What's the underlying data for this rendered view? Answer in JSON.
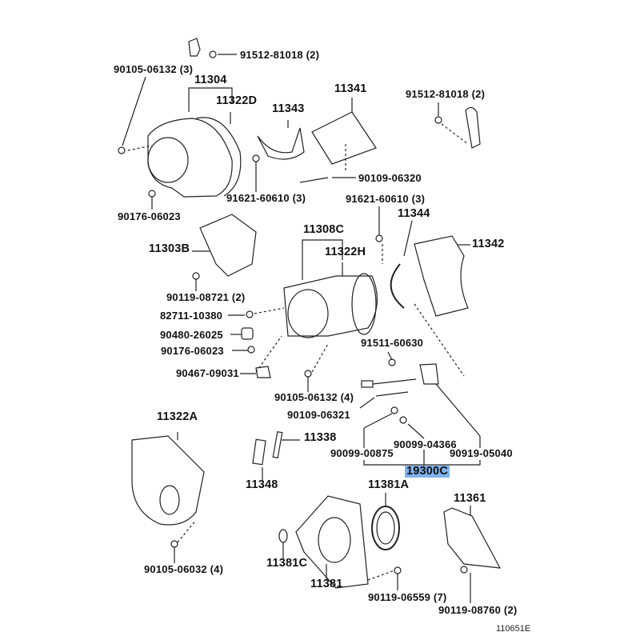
{
  "diagram_id": "110651E",
  "highlight_color": "#7fb2ee",
  "labels": {
    "p91512_top": "91512-81018 (2)",
    "p90105_06132_3": "90105-06132 (3)",
    "p11304": "11304",
    "p11322D": "11322D",
    "p11343": "11343",
    "p11341": "11341",
    "p91512_right": "91512-81018 (2)",
    "p90109_06320": "90109-06320",
    "p91621_left": "91621-60610 (3)",
    "p91621_right": "91621-60610 (3)",
    "p90176_06023_top": "90176-06023",
    "p11344": "11344",
    "p11308C": "11308C",
    "p11303B": "11303B",
    "p11342": "11342",
    "p11322H": "11322H",
    "p90119_08721": "90119-08721 (2)",
    "p82711_10380": "82711-10380",
    "p90480_26025": "90480-26025",
    "p90176_06023_mid": "90176-06023",
    "p91511_60630": "91511-60630",
    "p90467_09031": "90467-09031",
    "p90105_06132_4": "90105-06132 (4)",
    "p90109_06321": "90109-06321",
    "p11322A": "11322A",
    "p11338": "11338",
    "p90099_04366": "90099-04366",
    "p90099_00875": "90099-00875",
    "p90919_05040": "90919-05040",
    "p19300C": "19300C",
    "p11348": "11348",
    "p11381A": "11381A",
    "p11361": "11361",
    "p11381C": "11381C",
    "p90105_06032": "90105-06032 (4)",
    "p11381": "11381",
    "p90119_06559": "90119-06559 (7)",
    "p90119_08760": "90119-08760 (2)"
  }
}
